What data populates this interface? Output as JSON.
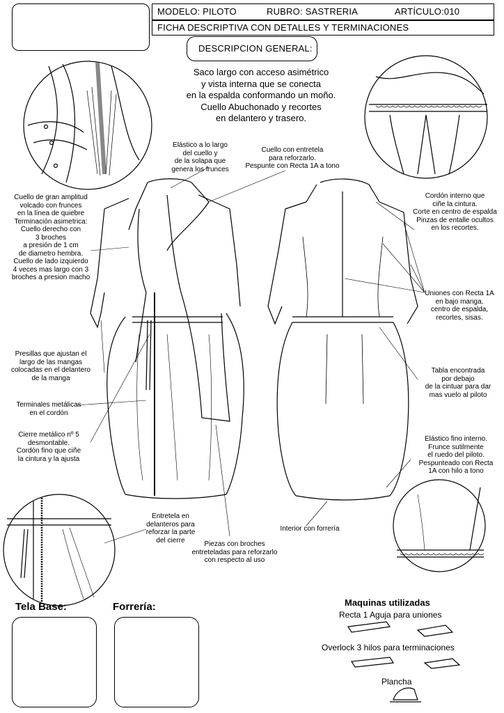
{
  "header": {
    "modelo": "MODELO: PILOTO",
    "rubro": "RUBRO: SASTRERIA",
    "articulo": "ARTÍCULO:010",
    "ficha": "FICHA DESCRIPTIVA CON DETALLES Y TERMINACIONES",
    "desc_general": "DESCRIPCION GENERAL:"
  },
  "description": "Saco largo con acceso asimétrico\ny vista interna que se conecta\nen la espalda conformando un moño.\nCuello Abuchonado y recortes\nen delantero y trasero.",
  "notes": {
    "elastico_cuello": "Elástico a lo largo\ndel cuello y\nde la solapa que\ngenera los frunces",
    "cuello_entretela": "Cuello con entretela\npara reforzarlo.\nPespunte con Recta 1A a tono",
    "cordon_interno": "Cordón interno que\nciñe la cintura.\nCorte en centro de espalda\nPinzas de entalle ocultos\nen los recortes.",
    "cuello_amplitud": "Cuello de gran amplitud\nvolcado con frunces\nen la línea de quiebre\nTerminación asimetrica:\nCuello derecho con\n3 broches\na presión de 1 cm\nde diametro hembra.\nCuello de lado izquierdo\n4 veces mas largo con 3\nbroches a presion macho",
    "uniones": "Uniones con Recta 1A\nen bajo manga,\ncentro de espalda,\nrecortes, sisas.",
    "presillas": "Presillas que ajustan el\nlargo de las mangas\ncolocadas en el delantero\nde la manga",
    "tabla": "Tabla encontrada\npor debajo\nde la cintuar para dar\nmas vuelo al piloto",
    "terminales": "Terminales metálicas\nen el cordón",
    "cierre": "Cierre metálico nº 5\ndesmontable.\nCordón fino que ciñe\nla cintura y la ajusta",
    "elastico_fino": "Elástico fino interno.\nFrunce sutilmente\nel ruedo del piloto.\nPespunteado con Recta\n1A con hilo a tono",
    "entretela": "Entretela en\ndelanteros para\nreforzar la parte\ndel cierre",
    "interior": "Interior con forrería",
    "piezas": "Piezas con broches\nentreteladas para reforzarlo\ncon respecto al uso"
  },
  "footer": {
    "tela_base": "Tela Base:",
    "forreria": "Forrería:",
    "maquinas_title": "Maquinas utilizadas",
    "recta": "Recta 1 Aguja para uniones",
    "overlock": "Overlock 3 hilos para terminaciones",
    "plancha": "Plancha"
  }
}
